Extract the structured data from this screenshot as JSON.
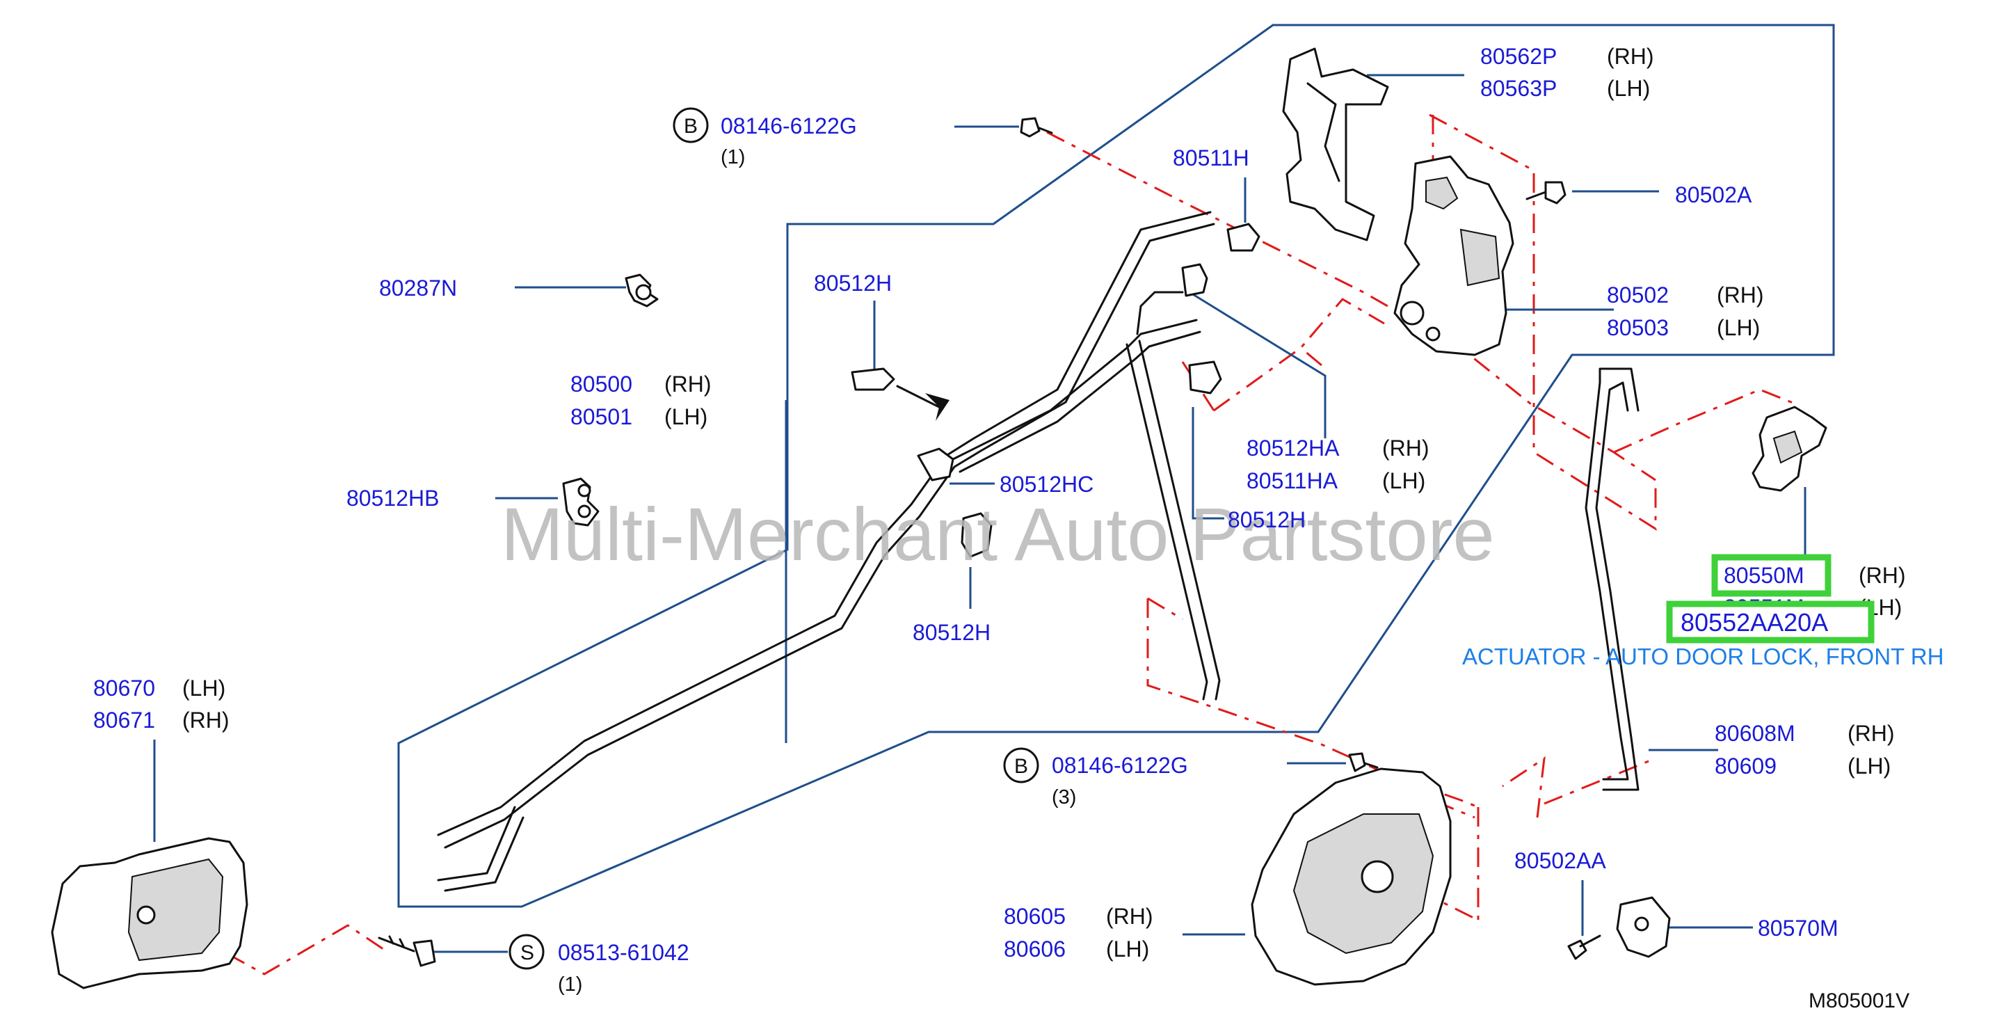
{
  "diagram": {
    "labels": {
      "p80562P": "80562P",
      "p80562P_side": "(RH)",
      "p80563P": "80563P",
      "p80563P_side": "(LH)",
      "p08146_top": "08146-6122G",
      "p08146_top_qty": "(1)",
      "p08146_top_circle": "B",
      "p80511H": "80511H",
      "p80502A": "80502A",
      "p80287N": "80287N",
      "p80512H_a": "80512H",
      "p80502": "80502",
      "p80502_side": "(RH)",
      "p80503": "80503",
      "p80503_side": "(LH)",
      "p80500": "80500",
      "p80500_side": "(RH)",
      "p80501": "80501",
      "p80501_side": "(LH)",
      "p80512HA": "80512HA",
      "p80512HA_side": "(RH)",
      "p80511HA": "80511HA",
      "p80511HA_side": "(LH)",
      "p80512HB": "80512HB",
      "p80512HC": "80512HC",
      "p80512H_b": "80512H",
      "p80550M": "80550M",
      "p80550M_side": "(RH)",
      "p80551M": "80551M",
      "p80551M_side": "(LH)",
      "p80552AA20A": "80552AA20A",
      "actuator_desc": "ACTUATOR - AUTO DOOR LOCK, FRONT RH",
      "p80512H_c": "80512H",
      "p80670": "80670",
      "p80670_side": "(LH)",
      "p80671": "80671",
      "p80671_side": "(RH)",
      "p08146_bot": "08146-6122G",
      "p08146_bot_qty": "(3)",
      "p08146_bot_circle": "B",
      "p80608M": "80608M",
      "p80608M_side": "(RH)",
      "p80609": "80609",
      "p80609_side": "(LH)",
      "p80502AA": "80502AA",
      "p80605": "80605",
      "p80605_side": "(RH)",
      "p80606": "80606",
      "p80606_side": "(LH)",
      "p80570M": "80570M",
      "p08513": "08513-61042",
      "p08513_qty": "(1)",
      "p08513_circle": "S",
      "diagram_code": "M805001V"
    },
    "watermark": "Multi-Merchant Auto Partstore",
    "colors": {
      "part_number": "#1a1ad6",
      "leader": "#1f4e8c",
      "centerline": "#e01b1b",
      "highlight": "#3fd13a",
      "actuator_text": "#1f7fe6"
    }
  }
}
